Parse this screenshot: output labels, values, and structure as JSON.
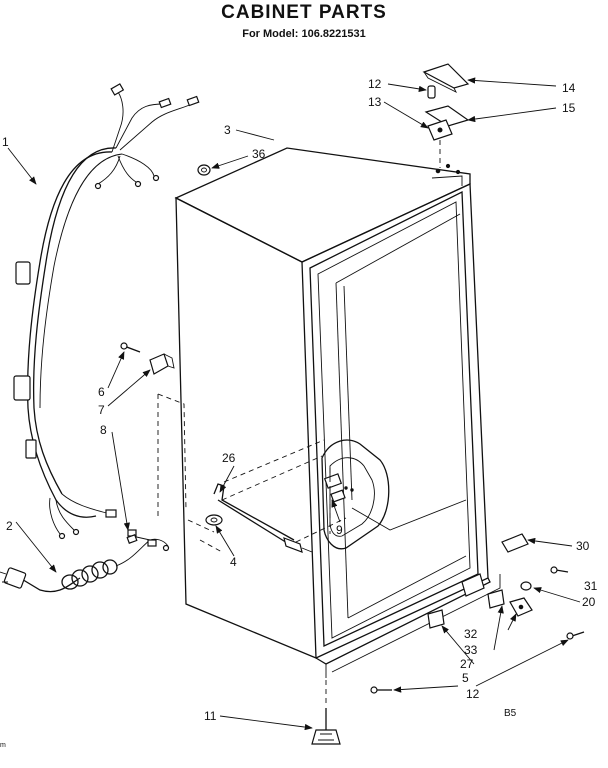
{
  "title": "CABINET PARTS",
  "subtitle": "For Model: 106.8221531",
  "diagram_code": "B5",
  "corner_mark": "m",
  "callouts": [
    {
      "id": "c1",
      "text": "1"
    },
    {
      "id": "c2",
      "text": "2"
    },
    {
      "id": "c3",
      "text": "3"
    },
    {
      "id": "c4",
      "text": "4"
    },
    {
      "id": "c5",
      "text": "5"
    },
    {
      "id": "c6",
      "text": "6"
    },
    {
      "id": "c7",
      "text": "7"
    },
    {
      "id": "c8",
      "text": "8"
    },
    {
      "id": "c9",
      "text": "9"
    },
    {
      "id": "c11",
      "text": "11"
    },
    {
      "id": "c12a",
      "text": "12"
    },
    {
      "id": "c12b",
      "text": "12"
    },
    {
      "id": "c13",
      "text": "13"
    },
    {
      "id": "c14",
      "text": "14"
    },
    {
      "id": "c15",
      "text": "15"
    },
    {
      "id": "c20",
      "text": "20"
    },
    {
      "id": "c26",
      "text": "26"
    },
    {
      "id": "c27",
      "text": "27"
    },
    {
      "id": "c30",
      "text": "30"
    },
    {
      "id": "c31",
      "text": "31"
    },
    {
      "id": "c32",
      "text": "32"
    },
    {
      "id": "c33",
      "text": "33"
    },
    {
      "id": "c36",
      "text": "36"
    }
  ]
}
